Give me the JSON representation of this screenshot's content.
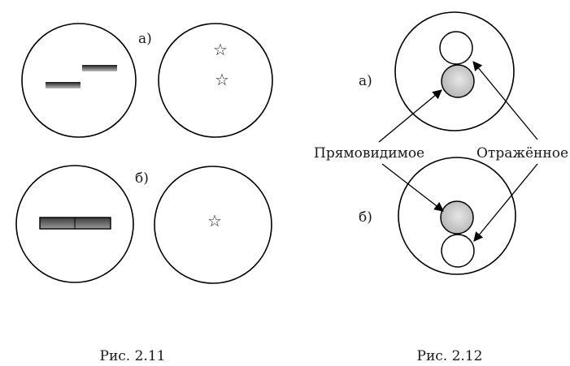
{
  "fig_2_11": {
    "caption": "Рис. 2.11",
    "label_a": "а)",
    "label_b": "б)",
    "star_glyph": "☆"
  },
  "fig_2_12": {
    "caption": "Рис. 2.12",
    "label_a": "а)",
    "label_b": "б)",
    "direct_label": "Прямовидимое",
    "reflected_label": "Отражённое"
  },
  "colors": {
    "stroke": "#000000",
    "ball_fill": "#c8c8c8",
    "bar_fill": "#7a7a7a"
  }
}
